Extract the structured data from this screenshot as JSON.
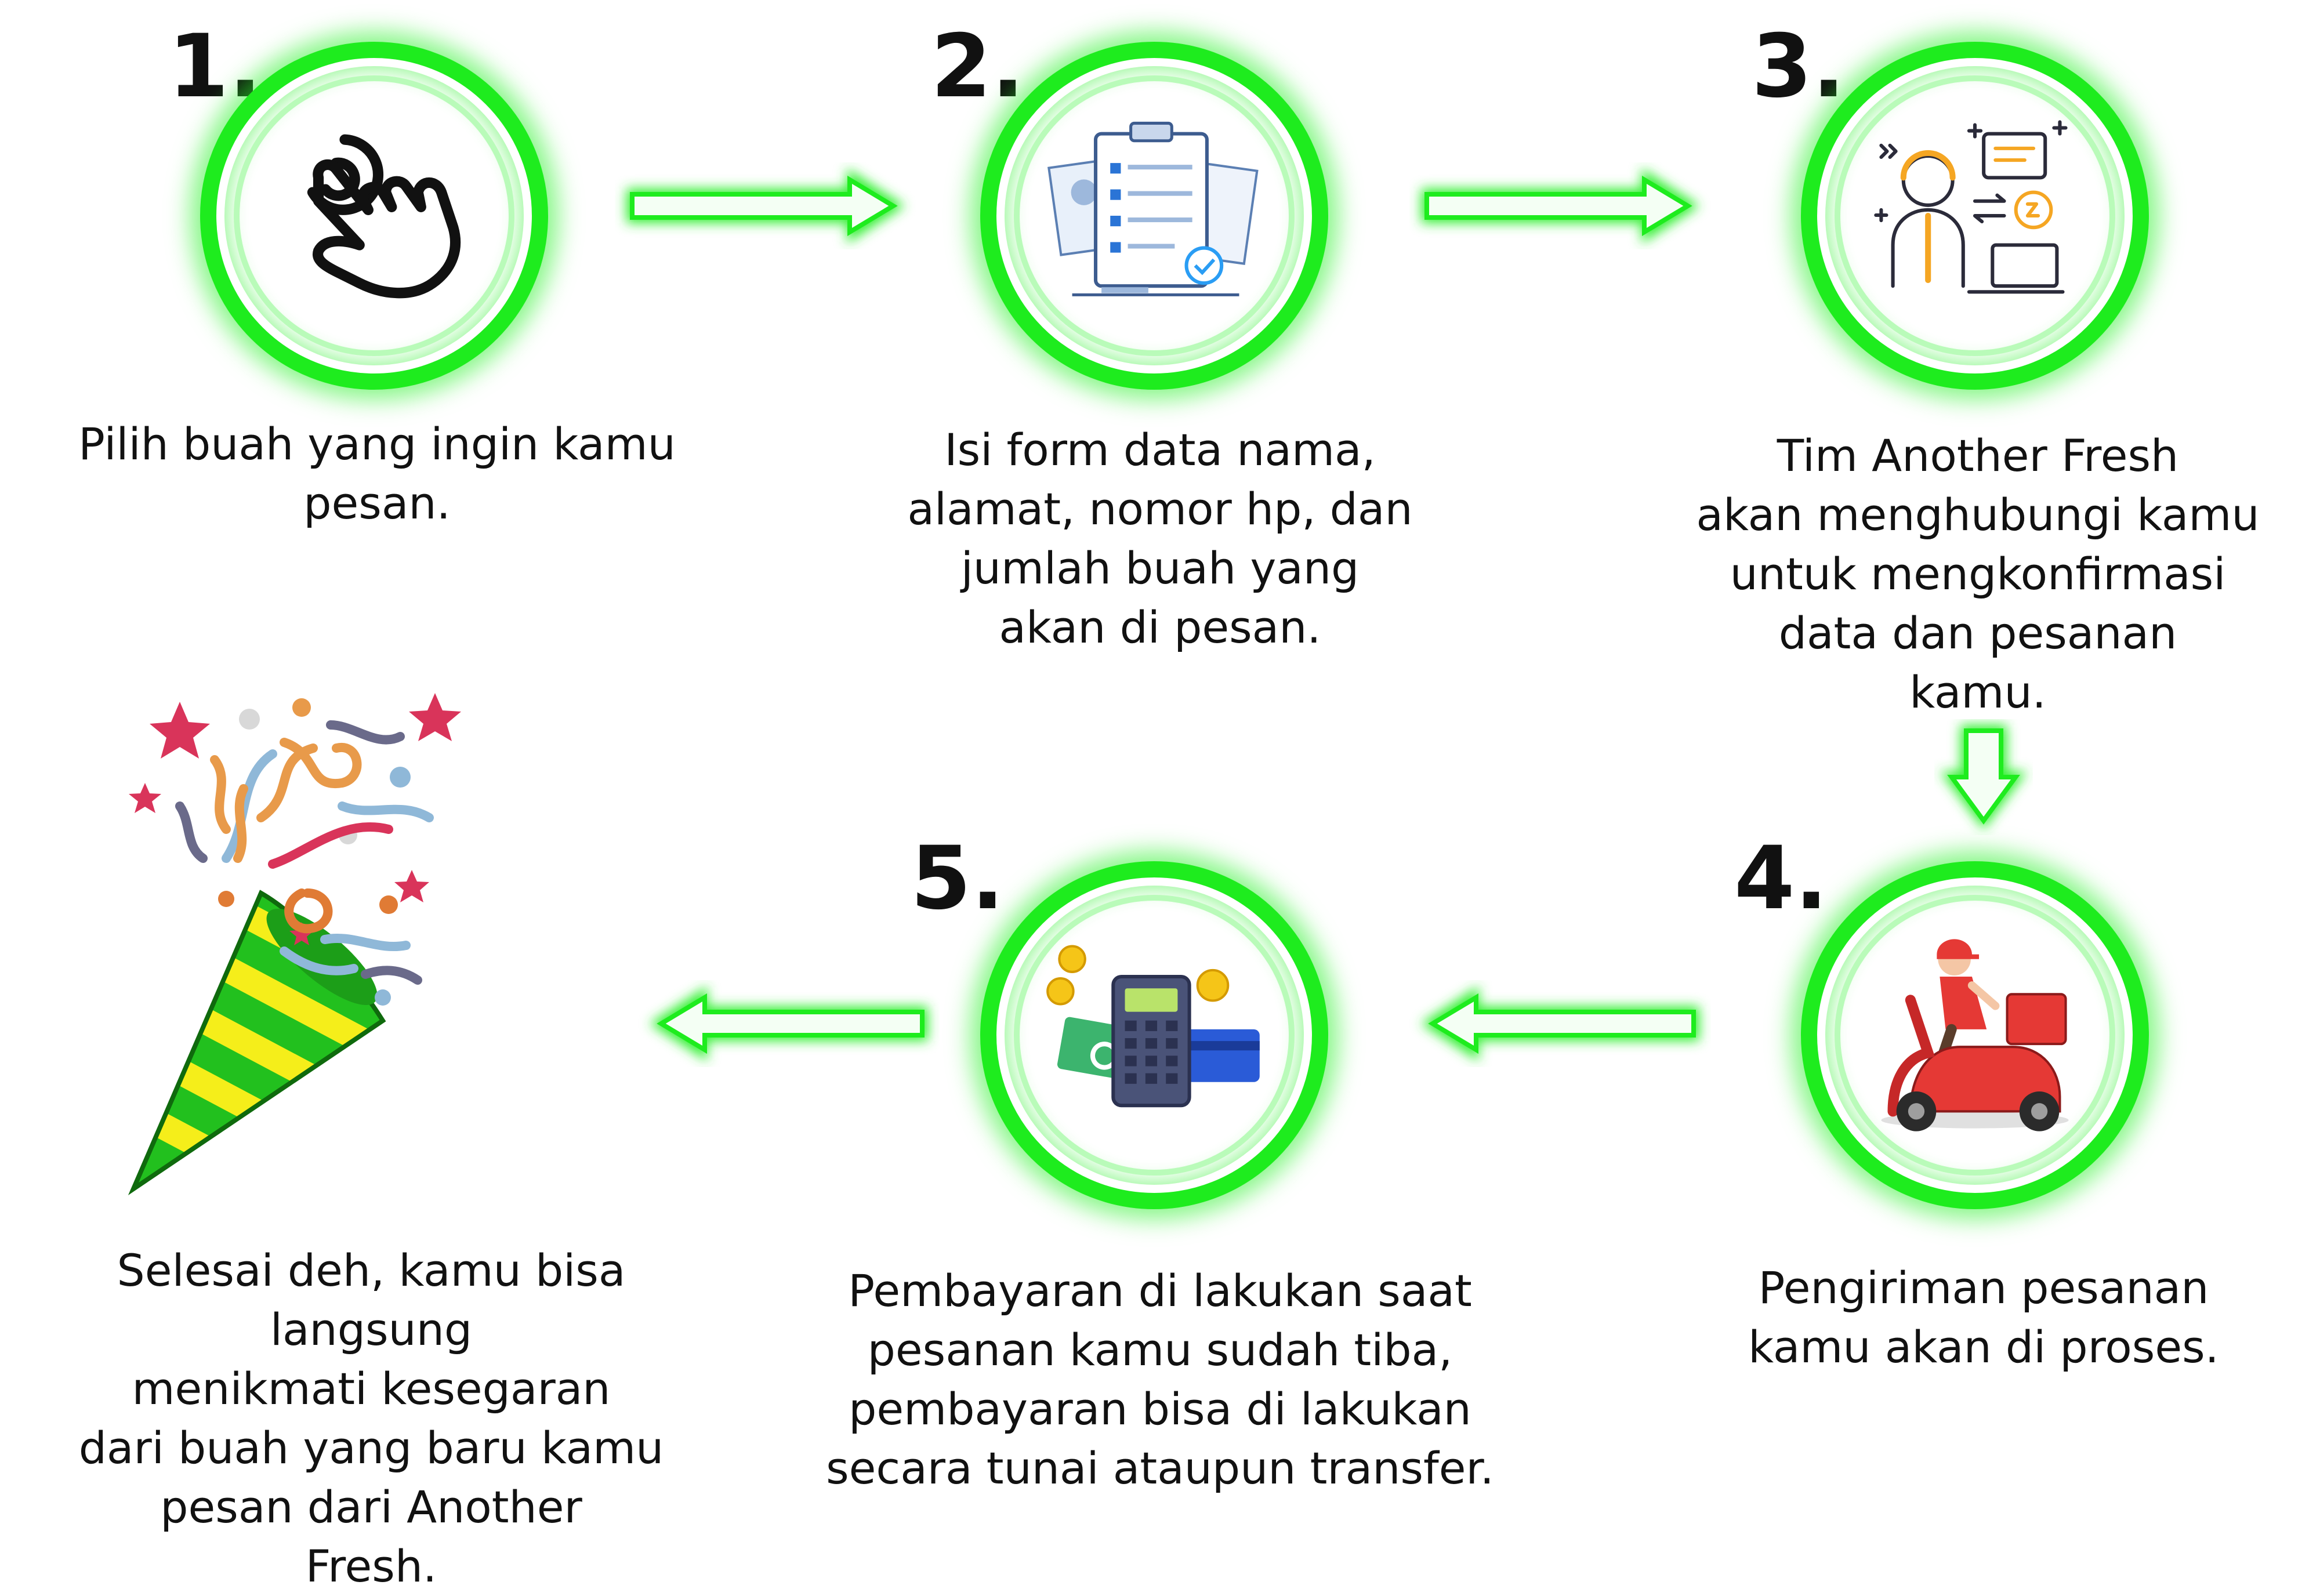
{
  "steps": [
    {
      "number": "1.",
      "caption": "Pilih buah yang ingin kamu pesan.",
      "icon": "hand-tap-icon"
    },
    {
      "number": "2.",
      "caption": "Isi form data nama,\nalamat, nomor hp, dan\njumlah buah yang\nakan di pesan.",
      "icon": "clipboard-form-icon"
    },
    {
      "number": "3.",
      "caption": "Tim Another Fresh\nakan menghubungi kamu\nuntuk mengkonfirmasi\ndata dan pesanan\nkamu.",
      "icon": "customer-service-icon"
    },
    {
      "number": "4.",
      "caption": "Pengiriman pesanan\nkamu akan di proses.",
      "icon": "delivery-scooter-icon"
    },
    {
      "number": "5.",
      "caption": "Pembayaran di lakukan saat\npesanan kamu sudah tiba,\npembayaran bisa di lakukan\nsecara tunai ataupun transfer.",
      "icon": "payment-calculator-icon"
    },
    {
      "number": "",
      "caption": "Selesai deh, kamu bisa langsung\nmenikmati kesegaran\ndari buah yang baru kamu\npesan dari Another\nFresh.",
      "icon": "party-popper-icon"
    }
  ],
  "colors": {
    "glow": "#1eec1e",
    "text": "#111111",
    "scooter": "#e53935",
    "accent_orange": "#f5a623"
  }
}
